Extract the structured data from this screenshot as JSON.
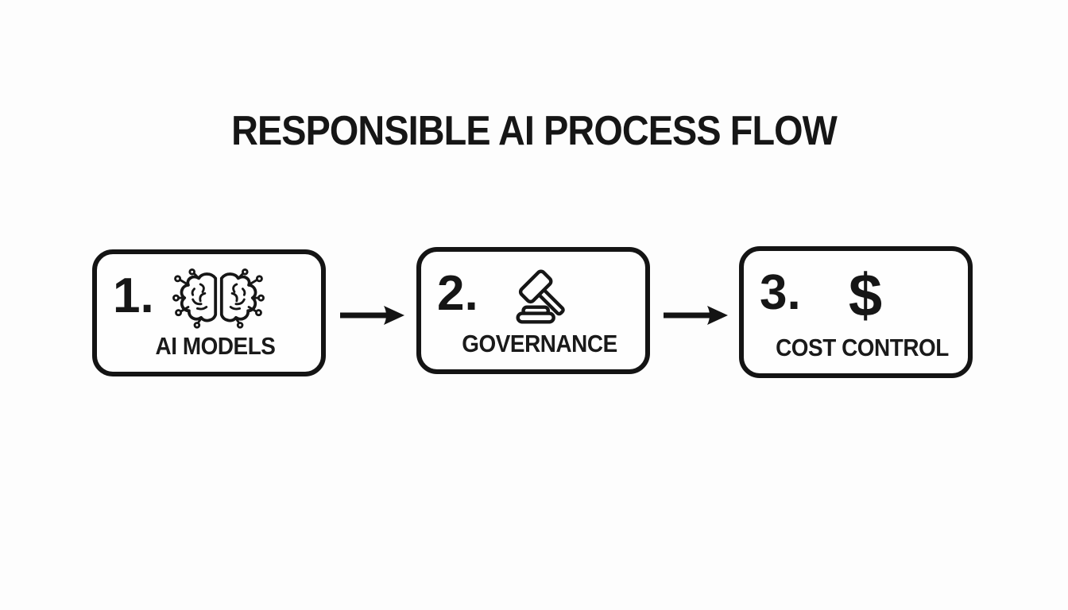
{
  "title": "RESPONSIBLE AI PROCESS FLOW",
  "colors": {
    "background": "#fdfdfd",
    "ink": "#161616"
  },
  "steps": [
    {
      "number": "1.",
      "label": "AI MODELS",
      "icon": "ai-brain-circuit-icon"
    },
    {
      "number": "2.",
      "label": "GOVERNANCE",
      "icon": "gavel-icon"
    },
    {
      "number": "3.",
      "label": "COST CONTROL",
      "icon": "dollar-sign-icon",
      "glyph": "$"
    }
  ],
  "connectors": [
    {
      "type": "arrow-right"
    },
    {
      "type": "arrow-right"
    }
  ]
}
